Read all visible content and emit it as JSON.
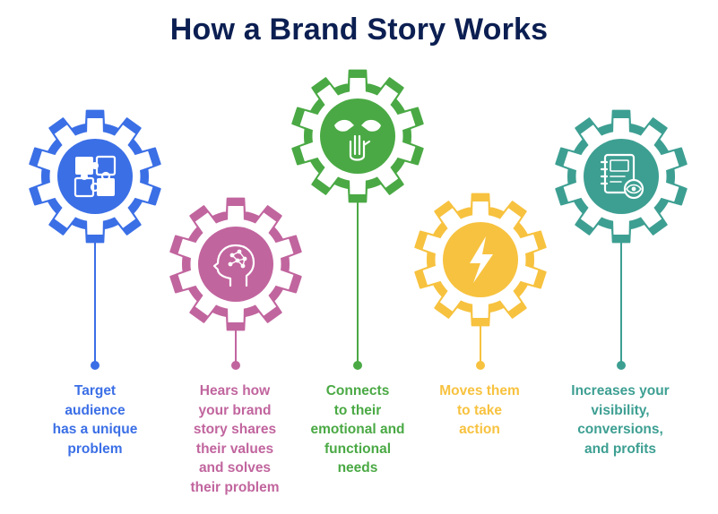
{
  "title": "How a Brand Story Works",
  "steps": [
    {
      "icon": "puzzle-icon",
      "color": "#3b6fe6",
      "lines": [
        "Target",
        "audience",
        "has a unique",
        "problem"
      ]
    },
    {
      "icon": "head-network-icon",
      "color": "#c1659e",
      "lines": [
        "Hears how",
        "your brand",
        "story shares",
        "their values",
        "and solves",
        "their problem"
      ]
    },
    {
      "icon": "hands-icon",
      "color": "#4aa944",
      "lines": [
        "Connects",
        "to their",
        "emotional and",
        "functional",
        "needs"
      ]
    },
    {
      "icon": "lightning-icon",
      "color": "#f7c23f",
      "lines": [
        "Moves them",
        "to take",
        "action"
      ]
    },
    {
      "icon": "notebook-eye-icon",
      "color": "#3d9f92",
      "lines": [
        "Increases your",
        "visibility,",
        "conversions,",
        "and profits"
      ]
    }
  ]
}
